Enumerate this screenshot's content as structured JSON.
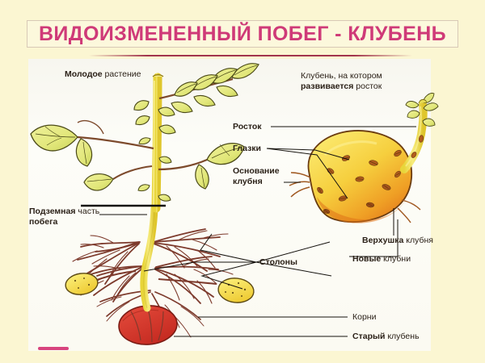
{
  "title": {
    "text": "ВИДОИЗМЕНЕННЫЙ ПОБЕГ - КЛУБЕНЬ",
    "color": "#cf3a78"
  },
  "colors": {
    "page_background": "#fbf6d2",
    "panel_background": "#fbfaf3",
    "title_border": "#d8c9b6",
    "rule": "#a1344c",
    "leaf_fill": "#e9ea88",
    "stem_fill": "#f2e23f",
    "tuber_fill": "#f5cf3c",
    "tuber_shadow": "#e8821f",
    "root_stroke": "#7d3a2c",
    "old_tuber_fill": "#d8342a",
    "accent_mark": "#d8447e",
    "ink": "#2b2118"
  },
  "headings": {
    "left_plant": "Молодое растение",
    "right_tuber_line1": "Клубень, на котором",
    "right_tuber_line2_bold": "развивается",
    "right_tuber_line2_rest": " росток"
  },
  "labels": [
    {
      "id": "molodoe-rastenie",
      "bold": "Молодое",
      "rest": " растение"
    },
    {
      "id": "podzemnaya-chast-line1-bold",
      "bold": "Подземная",
      "rest": " часть"
    },
    {
      "id": "podzemnaya-chast-line2",
      "bold": "побега",
      "rest": ""
    },
    {
      "id": "stolony",
      "bold": "Столоны",
      "rest": ""
    },
    {
      "id": "rostok",
      "bold": "Росток",
      "rest": ""
    },
    {
      "id": "glazki",
      "bold": "Глазки",
      "rest": ""
    },
    {
      "id": "osnovanie-klubnya-l1",
      "bold": "Основание",
      "rest": ""
    },
    {
      "id": "osnovanie-klubnya-l2",
      "bold": "клубня",
      "rest": ""
    },
    {
      "id": "verhushka-klubnya",
      "bold": "Верхушка",
      "rest": " клубня"
    },
    {
      "id": "novye-klubni",
      "bold": "Новые",
      "rest": " клубни"
    },
    {
      "id": "korni",
      "bold": "",
      "rest": "Корни"
    },
    {
      "id": "staryy-kluben",
      "bold": "Старый",
      "rest": " клубень"
    }
  ],
  "label_text": {
    "molodoe_bold": "Молодое",
    "molodoe_rest": " растение",
    "podzemnaya_bold": "Подземная",
    "podzemnaya_rest": " часть",
    "pobega": "побега",
    "stolony": "Столоны",
    "rostok": "Росток",
    "glazki": "Глазки",
    "osnovanie": "Основание",
    "klubnya": "клубня",
    "verhushka_bold": "Верхушка",
    "verhushka_rest": " клубня",
    "novye_bold": "Новые",
    "novye_rest": " клубни",
    "korni": "Корни",
    "staryy_bold": "Старый",
    "staryy_rest": " клубень"
  },
  "diagram": {
    "type": "labeled-botanical-illustration",
    "subject": "Potato (Solanum tuberosum) — modified shoot / tuber",
    "parts_left_panel": [
      "young plant",
      "aerial shoot with compound leaves",
      "underground shoot part",
      "stolons",
      "roots",
      "new tubers",
      "old tuber"
    ],
    "parts_right_panel": [
      "tuber with developing sprout",
      "sprout",
      "eyes (buds)",
      "tuber base",
      "tuber apex"
    ]
  }
}
